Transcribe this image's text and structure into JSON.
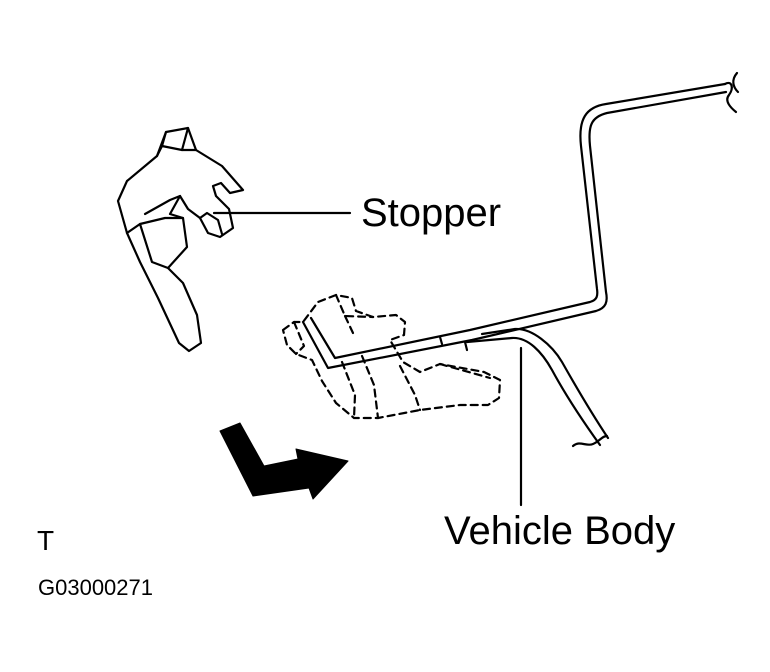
{
  "labels": {
    "stopper": "Stopper",
    "vehicle_body": "Vehicle Body",
    "view_marker": "T",
    "figure_code": "G03000271"
  },
  "colors": {
    "ink": "#000000",
    "background": "#ffffff"
  },
  "icons": {
    "arrow": "bent-arrow-icon"
  }
}
